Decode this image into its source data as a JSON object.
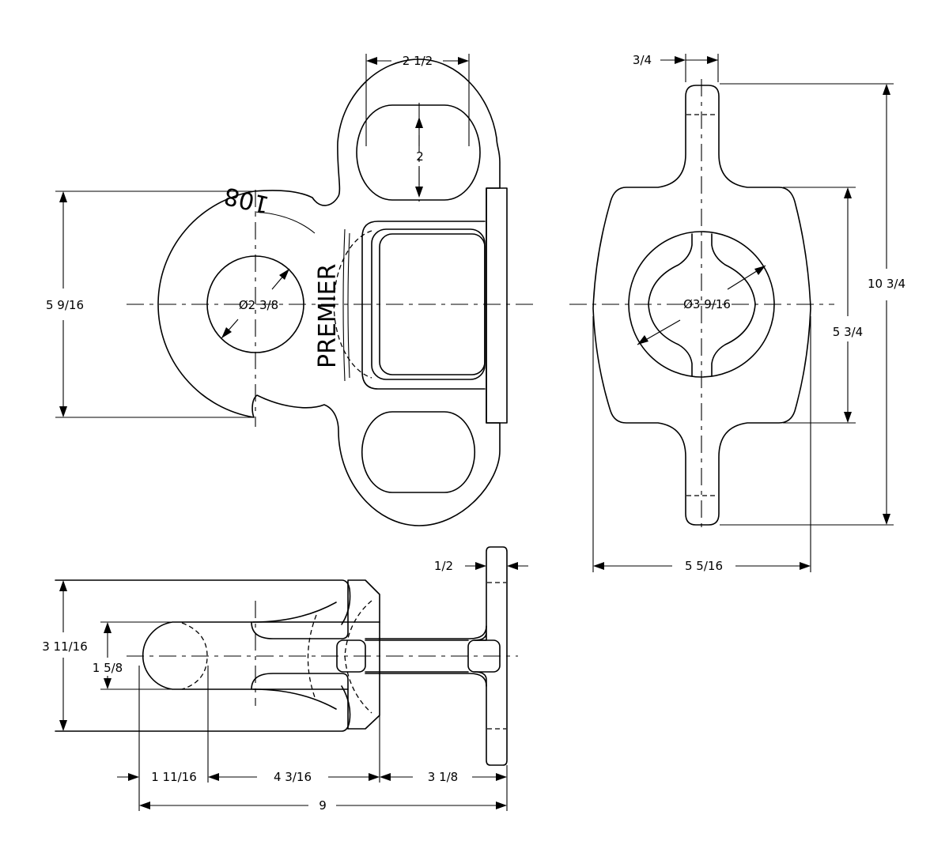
{
  "dimensions": {
    "d_2_1_2": "2 1/2",
    "d_2": "2",
    "d_5_9_16": "5 9/16",
    "d_dia_2_3_8": "Ø2 3/8",
    "d_3_4": "3/4",
    "d_10_3_4": "10 3/4",
    "d_5_3_4": "5 3/4",
    "d_dia_3_9_16": "Ø3 9/16",
    "d_5_5_16": "5 5/16",
    "d_1_2": "1/2",
    "d_3_11_16": "3 11/16",
    "d_1_5_8": "1 5/8",
    "d_1_11_16": "1 11/16",
    "d_4_3_16": "4 3/16",
    "d_3_1_8": "3 1/8",
    "d_9": "9"
  },
  "markings": {
    "brand": "PREMIER",
    "model": "108"
  }
}
